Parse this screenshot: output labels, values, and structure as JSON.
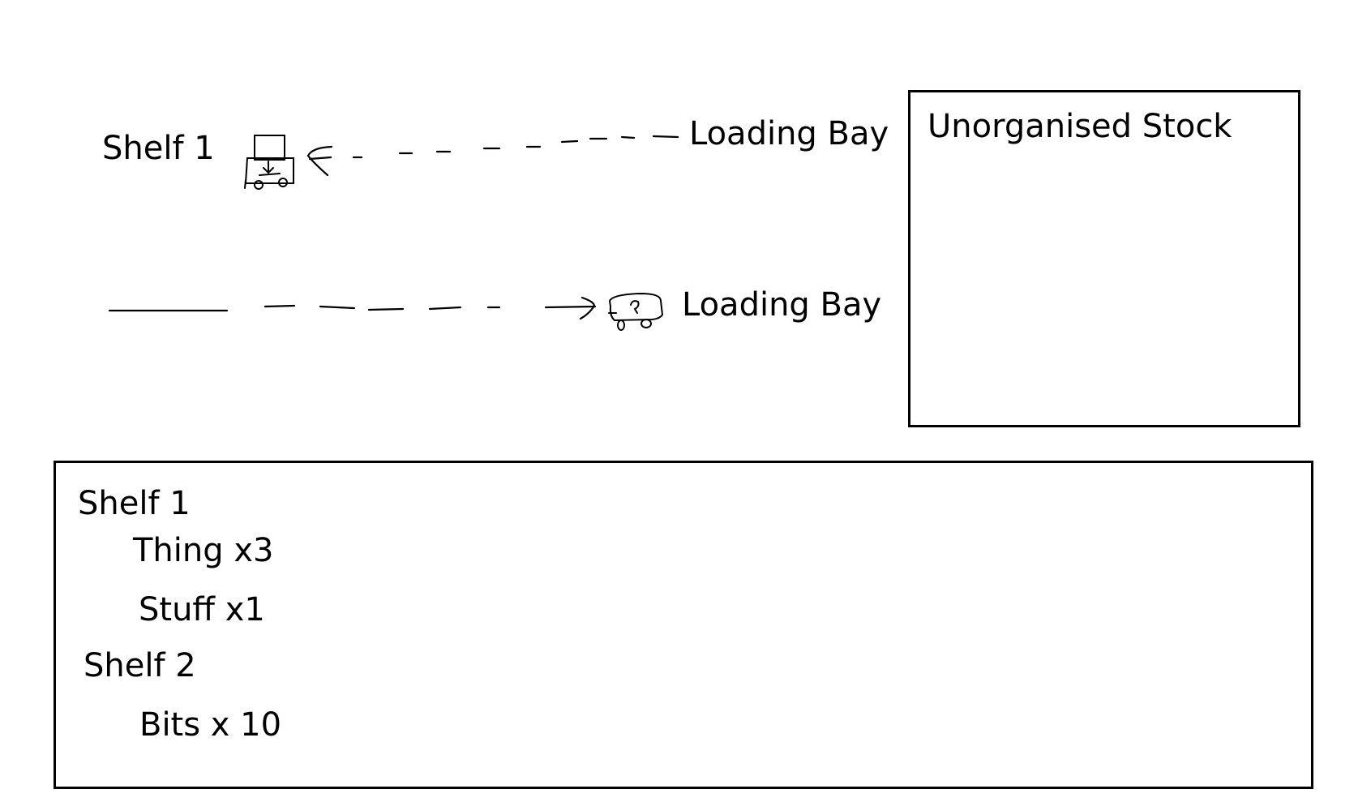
{
  "routes": {
    "top": {
      "from_label": "Shelf 1",
      "to_label": "Loading Bay",
      "vehicle": "forklift-icon",
      "direction": "toward-shelf"
    },
    "bottom": {
      "to_label": "Loading Bay",
      "vehicle": "truck-icon",
      "direction": "toward-loading-bay"
    }
  },
  "unorganised": {
    "title": "Unorganised Stock"
  },
  "inventory": {
    "shelves": [
      {
        "name": "Shelf 1",
        "items": [
          "Thing x3",
          "Stuff x1"
        ]
      },
      {
        "name": "Shelf 2",
        "items": [
          "Bits x 10"
        ]
      }
    ]
  },
  "colors": {
    "ink": "#000000",
    "background": "#ffffff"
  }
}
